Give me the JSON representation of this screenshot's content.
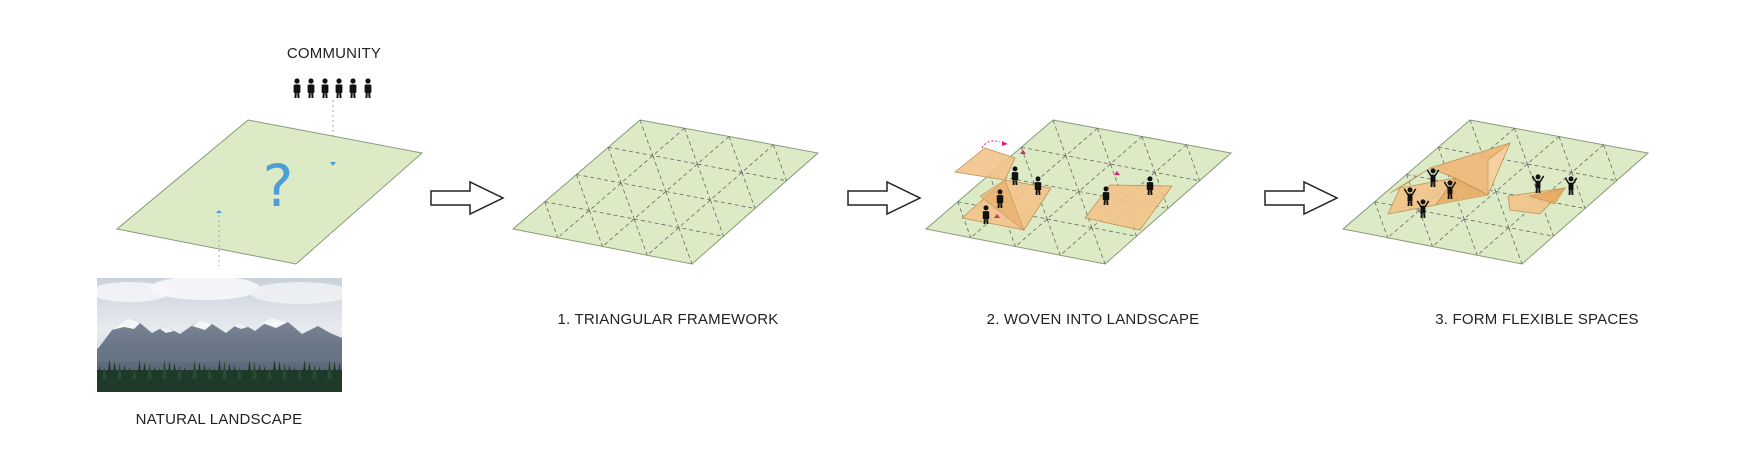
{
  "labels": {
    "community": "COMMUNITY",
    "natural_landscape": "NATURAL LANDSCAPE",
    "step1": "1. TRIANGULAR FRAMEWORK",
    "step2": "2. WOVEN INTO LANDSCAPE",
    "step3": "3. FORM FLEXIBLE SPACES"
  },
  "question_mark": "?",
  "colors": {
    "plate_fill": "#dcebc6",
    "plate_edge": "#8a9a7a",
    "grid_dash": "#666666",
    "panel_fill": "#f2c48a",
    "panel_edge": "#b98a4c",
    "accent_question": "#4a9fd8",
    "marker_pink": "#e0207a",
    "figure": "#111111"
  },
  "icons": [
    "person-icon",
    "arrow-right-icon",
    "mountain-photo"
  ]
}
